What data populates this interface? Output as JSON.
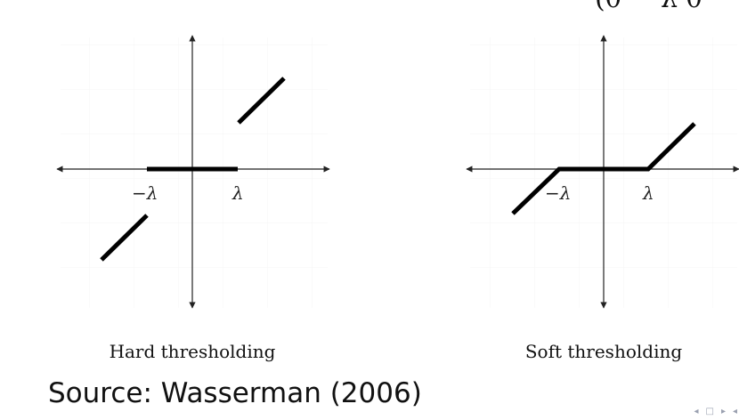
{
  "corner_glyph": "(θ − λ θ",
  "left_panel": {
    "caption": "Hard thresholding",
    "neg_lambda": "−λ",
    "lambda": "λ"
  },
  "right_panel": {
    "caption": "Soft thresholding",
    "neg_lambda": "−λ",
    "lambda": "λ"
  },
  "source": "Source:  Wasserman (2006)",
  "nav": {
    "left_arrow": "◂",
    "frame": "□",
    "right_arrow": "▸",
    "back": "◂"
  }
}
